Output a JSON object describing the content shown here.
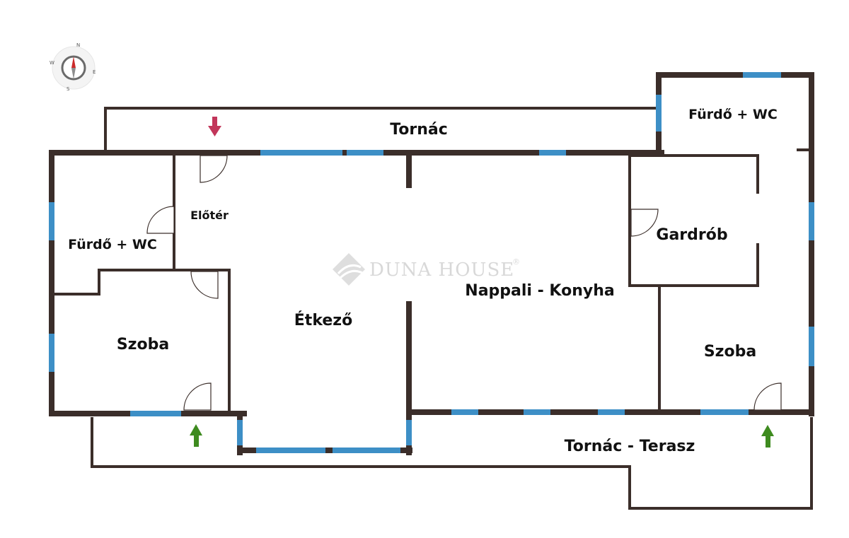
{
  "watermark": {
    "brand": "DUNA HOUSE",
    "mark": "®"
  },
  "compass": {
    "n": "N",
    "e": "E",
    "s": "S",
    "w": "W"
  },
  "rooms": {
    "tornac_top": "Tornác",
    "furdo_wc_right": "Fürdő + WC",
    "furdo_wc_left": "Fürdő + WC",
    "eloter": "Előtér",
    "gardrob": "Gardrób",
    "nappali_konyha": "Nappali - Konyha",
    "etkezo": "Étkező",
    "szoba_left": "Szoba",
    "szoba_right": "Szoba",
    "tornac_terasz": "Tornác - Terasz"
  },
  "colors": {
    "wall": "#3b2e2a",
    "window": "#3d8fc6",
    "entry_arrow": "#c2365a",
    "exit_arrow": "#3e8b1f"
  }
}
